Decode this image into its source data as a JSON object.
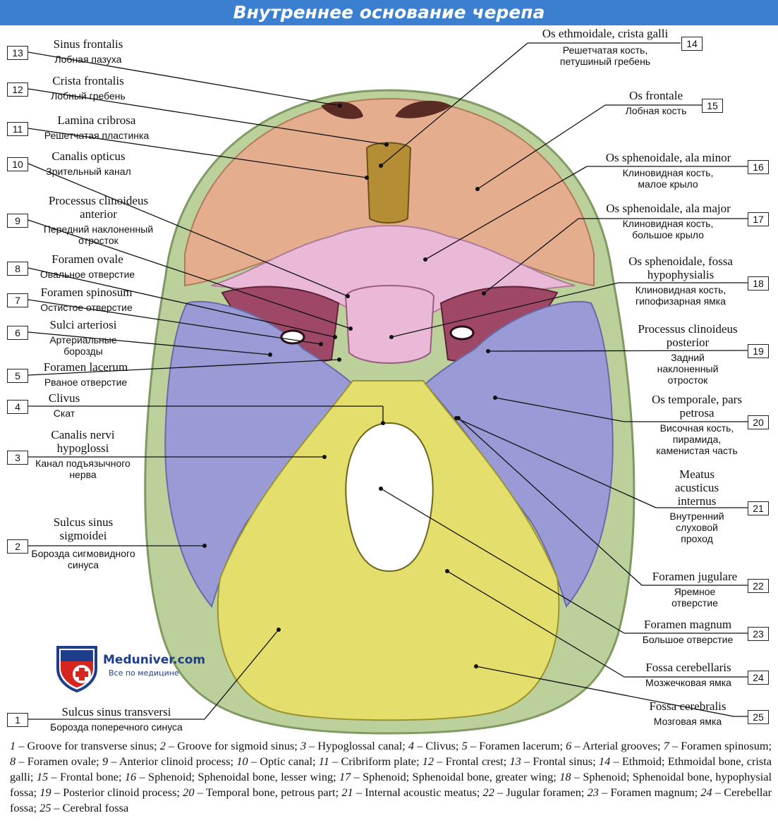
{
  "title": "Внутреннее основание черепа",
  "colors": {
    "banner": "#3b7fd0",
    "frontal": "#e4ae8e",
    "sphenoid": "#eab9d8",
    "sphenoid_dark": "#9e4766",
    "temporal": "#9a9ad6",
    "occipital": "#e4df6c",
    "parietal": "#bcd09c"
  },
  "logo": {
    "site": "Meduniver.com",
    "tagline": "Все по медицине"
  },
  "labels": [
    {
      "n": "1",
      "lat": "Sulcus sinus transversi",
      "ru": "Борозда поперечного синуса"
    },
    {
      "n": "2",
      "lat": "Sulcus sinus sigmoidei",
      "ru": "Борозда сигмовидного синуса"
    },
    {
      "n": "3",
      "lat": "Canalis nervi hypoglossi",
      "ru": "Канал подъязычного нерва"
    },
    {
      "n": "4",
      "lat": "Clivus",
      "ru": "Скат"
    },
    {
      "n": "5",
      "lat": "Foramen lacerum",
      "ru": "Рваное отверстие"
    },
    {
      "n": "6",
      "lat": "Sulci arteriosi",
      "ru": "Артериальные борозды"
    },
    {
      "n": "7",
      "lat": "Foramen spinosum",
      "ru": "Остистое отверстие"
    },
    {
      "n": "8",
      "lat": "Foramen ovale",
      "ru": "Овальное отверстие"
    },
    {
      "n": "9",
      "lat": "Processus clinoideus anterior",
      "ru": "Передний наклоненный отросток"
    },
    {
      "n": "10",
      "lat": "Canalis opticus",
      "ru": "Зрительный канал"
    },
    {
      "n": "11",
      "lat": "Lamina cribrosa",
      "ru": "Решетчатая пластинка"
    },
    {
      "n": "12",
      "lat": "Crista frontalis",
      "ru": "Лобный гребень"
    },
    {
      "n": "13",
      "lat": "Sinus frontalis",
      "ru": "Лобная пазуха"
    },
    {
      "n": "14",
      "lat": "Os ethmoidale, crista galli",
      "ru": "Решетчатая кость, петушиный гребень"
    },
    {
      "n": "15",
      "lat": "Os frontale",
      "ru": "Лобная кость"
    },
    {
      "n": "16",
      "lat": "Os sphenoidale, ala minor",
      "ru": "Клиновидная кость, малое крыло"
    },
    {
      "n": "17",
      "lat": "Os sphenoidale, ala major",
      "ru": "Клиновидная кость, большое крыло"
    },
    {
      "n": "18",
      "lat": "Os sphenoidale, fossa hypophysialis",
      "ru": "Клиновидная кость, гипофизарная ямка"
    },
    {
      "n": "19",
      "lat": "Processus clinoideus posterior",
      "ru": "Задний наклоненный отросток"
    },
    {
      "n": "20",
      "lat": "Os temporale, pars petrosa",
      "ru": "Височная кость, пирамида, каменистая часть"
    },
    {
      "n": "21",
      "lat": "Meatus acusticus internus",
      "ru": "Внутренний слуховой проход"
    },
    {
      "n": "22",
      "lat": "Foramen jugulare",
      "ru": "Яремное отверстие"
    },
    {
      "n": "23",
      "lat": "Foramen magnum",
      "ru": "Большое отверстие"
    },
    {
      "n": "24",
      "lat": "Fossa cerebellaris",
      "ru": "Мозжечковая ямка"
    },
    {
      "n": "25",
      "lat": "Fossa cerebralis",
      "ru": "Мозговая ямка"
    }
  ],
  "caption": [
    {
      "n": "1",
      "t": "Groove for transverse sinus;"
    },
    {
      "n": "2",
      "t": "Groove for sigmoid sinus;"
    },
    {
      "n": "3",
      "t": "Hypoglossal canal;"
    },
    {
      "n": "4",
      "t": "Clivus;"
    },
    {
      "n": "5",
      "t": "Foramen lacerum;"
    },
    {
      "n": "6",
      "t": "Arterial grooves;"
    },
    {
      "n": "7",
      "t": "Foramen spinosum;"
    },
    {
      "n": "8",
      "t": "Foramen ovale;"
    },
    {
      "n": "9",
      "t": "Anterior clinoid process;"
    },
    {
      "n": "10",
      "t": "Optic canal;"
    },
    {
      "n": "11",
      "t": "Cribriform plate;"
    },
    {
      "n": "12",
      "t": "Frontal crest;"
    },
    {
      "n": "13",
      "t": "Frontal sinus;"
    },
    {
      "n": "14",
      "t": "Ethmoid; Ethmoidal bone, crista galli;"
    },
    {
      "n": "15",
      "t": "Frontal bone;"
    },
    {
      "n": "16",
      "t": "Sphenoid; Sphenoidal bone, lesser wing;"
    },
    {
      "n": "17",
      "t": "Sphenoid; Sphenoidal bone, greater wing;"
    },
    {
      "n": "18",
      "t": "Sphenoid; Sphenoidal bone, hypophysial fossa;"
    },
    {
      "n": "19",
      "t": "Posterior clinoid process;"
    },
    {
      "n": "20",
      "t": "Temporal bone, petrous part;"
    },
    {
      "n": "21",
      "t": "Internal acoustic meatus;"
    },
    {
      "n": "22",
      "t": "Jugular foramen;"
    },
    {
      "n": "23",
      "t": "Foramen magnum;"
    },
    {
      "n": "24",
      "t": "Cerebellar fossa;"
    },
    {
      "n": "25",
      "t": "Cerebral fossa"
    }
  ]
}
